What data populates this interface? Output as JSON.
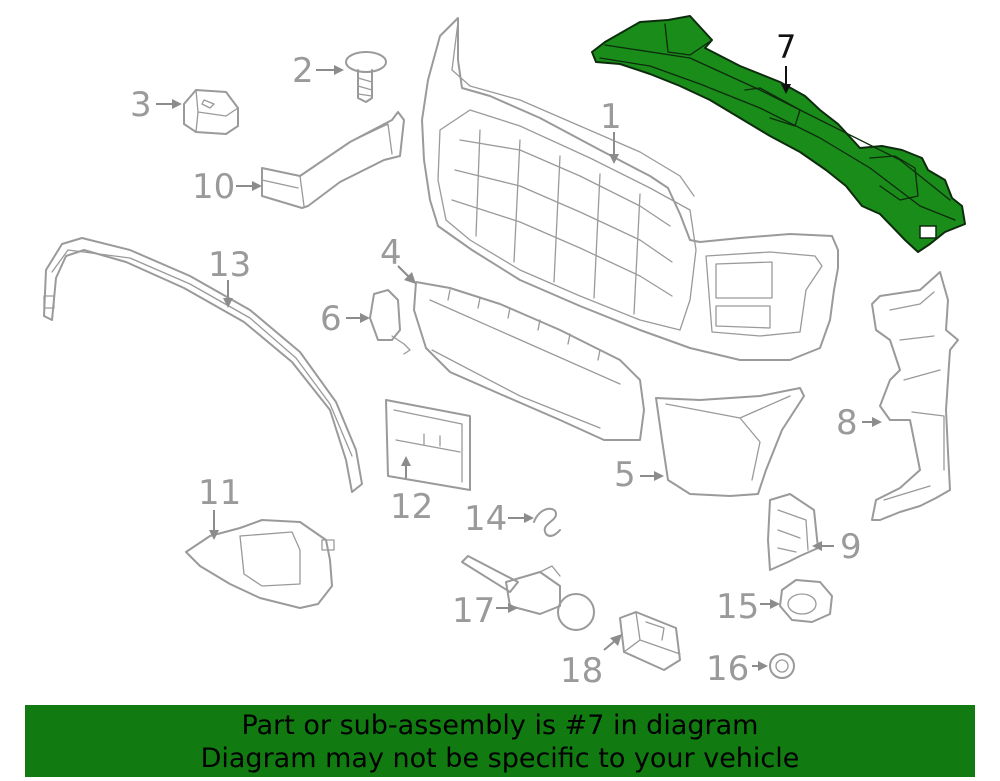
{
  "diagram": {
    "highlight_color": "#1a8c1a",
    "line_color": "#9a9a9a",
    "highlighted_part": "7",
    "callouts": [
      "1",
      "2",
      "3",
      "4",
      "5",
      "6",
      "7",
      "8",
      "9",
      "10",
      "11",
      "12",
      "13",
      "14",
      "15",
      "16",
      "17",
      "18"
    ]
  },
  "banner": {
    "line1": "Part or sub-assembly is #7 in diagram",
    "line2": "Diagram may not be specific to your vehicle",
    "background": "#117a11"
  }
}
